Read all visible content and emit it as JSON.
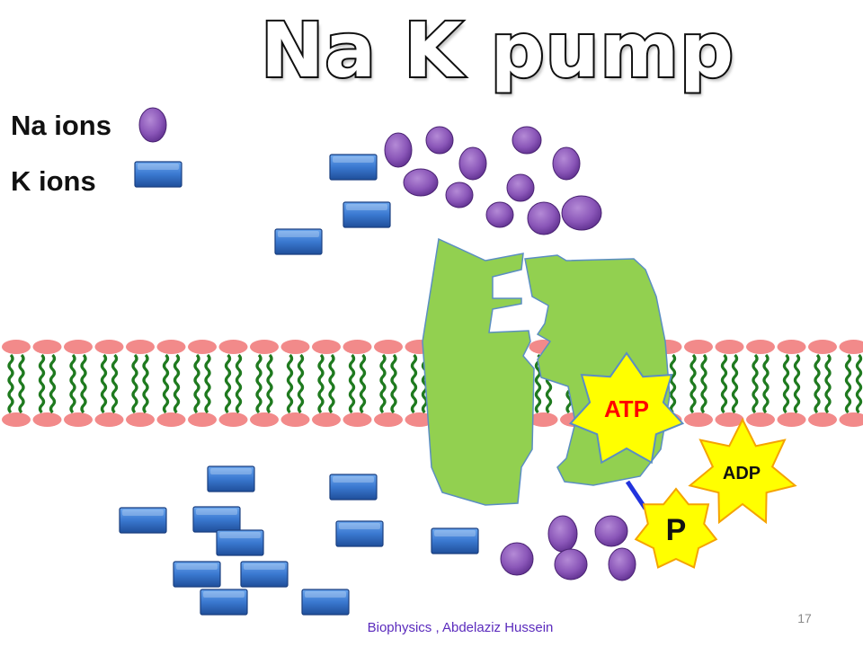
{
  "title": "Na K pump",
  "legend": {
    "na_label": "Na ions",
    "k_label": "K ions"
  },
  "labels": {
    "atp": "ATP",
    "adp": "ADP",
    "phosphate": "P"
  },
  "footer": "Biophysics , Abdelaziz  Hussein",
  "slide_number": "17",
  "colors": {
    "na_ion": "#8a56b8",
    "k_ion": "#3a78d0",
    "protein": "#92d050",
    "head_group": "#f28a8a",
    "lipid_tail": "#1f7a1f",
    "atp_star": "#ffff00",
    "atp_text": "#ff0000",
    "adp_text": "#111111"
  }
}
